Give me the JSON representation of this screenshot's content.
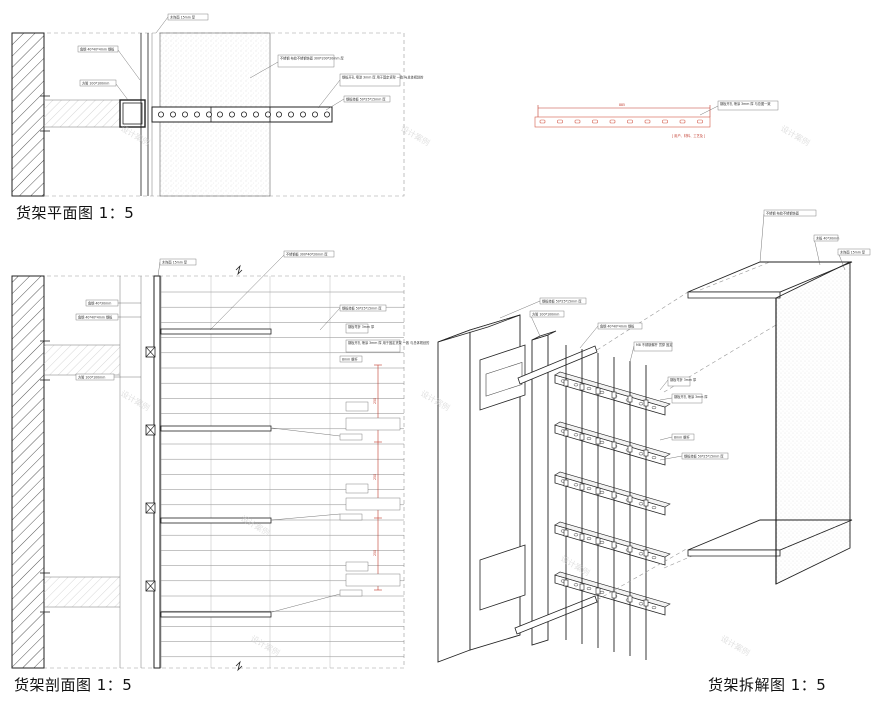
{
  "drawings": {
    "plan": {
      "title": "货架平面图 1：5",
      "labels": [
        "木饰面 15mm 厚",
        "角钢 40*40*4mm 钢板",
        "方管 100*100mm",
        "不锈钢 布纹不锈钢饰面 300*200*20mm 厚",
        "钢板开孔 喷涂 3mm 厚 用于固定货架 一致 与总体规划的",
        "钢板挂板 50*25*15mm 厚"
      ]
    },
    "detail": {
      "dimension": "885",
      "labels": [
        "钢板开孔 喷涂 3mm 厚 与总图一致",
        "[ 用户、材料、工艺及 ]"
      ]
    },
    "section": {
      "title": "货架剖面图 1：5",
      "labels": [
        "木饰面 15mm 厚",
        "不锈钢板 300*40*20mm 厚",
        "角钢 40*30mm",
        "角钢 40*40*4mm 钢板",
        "方管 100*100mm",
        "钢板挂板 50*25*15mm 厚",
        "钢板弯折 3mm 厚",
        "钢板开孔 喷涂 3mm 厚 用于固定货架 一致 与总体规划的",
        "8mm 螺杆"
      ],
      "dims": [
        "250",
        "250",
        "250"
      ]
    },
    "exploded": {
      "title": "货架拆解图 1：5",
      "labels": [
        "不锈钢 布纹不锈钢饰面",
        "木板 40*30mm",
        "木饰面 15mm 厚",
        "钢板挂板 50*25*15mm 厚",
        "方管 100*100mm",
        "角钢 40*40*4mm 钢板",
        "M8 不锈钢螺杆 贯穿 固定",
        "钢板弯折 3mm 厚",
        "钢板开孔 喷涂 3mm 厚",
        "8mm 螺杆",
        "钢板挂板 50*25*15mm 厚"
      ]
    }
  },
  "watermark": "设计案例"
}
